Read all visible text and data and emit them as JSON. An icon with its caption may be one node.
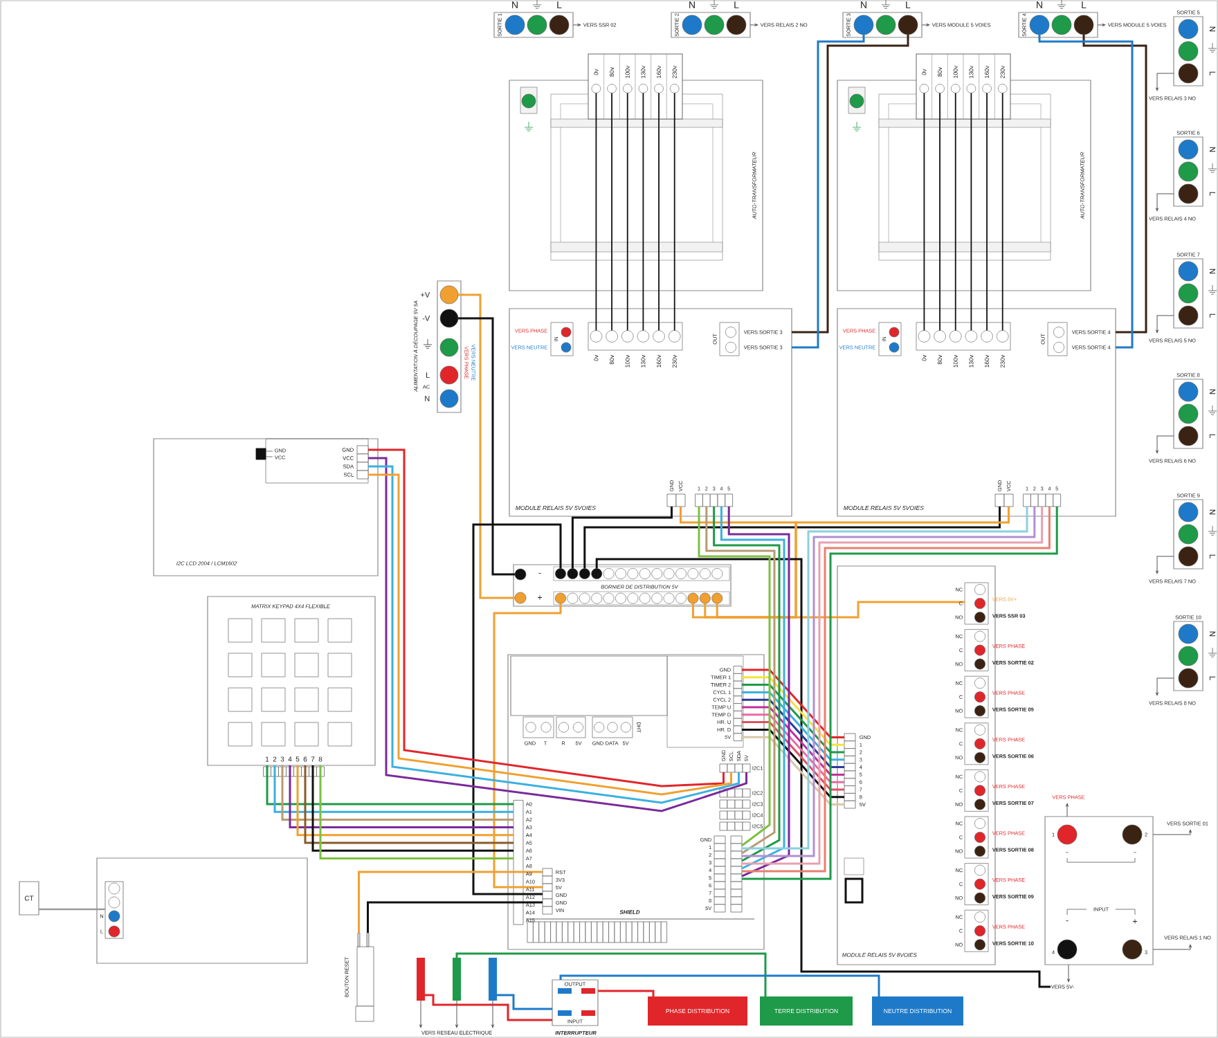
{
  "diagram": {
    "nodes": [
      {
        "text": [
          "SORTIE 1",
          "N",
          "L"
        ],
        "beside": [
          "VERS SSR 02"
        ]
      },
      {
        "text": [
          "SORTIE 2",
          "N",
          "L"
        ],
        "beside": [
          "VERS RELAIS 2 NO"
        ]
      },
      {
        "text": [
          "SORTIE 3",
          "N",
          "L"
        ],
        "beside": [
          "VERS MODULE 5 VOIES"
        ]
      },
      {
        "text": [
          "SORTIE 4",
          "N",
          "L"
        ],
        "beside": [
          "VERS MODULE 5 VOIES"
        ]
      },
      {
        "text": [
          "SORTIE 5",
          "N",
          "L"
        ],
        "beside": [
          "VERS RELAIS 3 NO"
        ]
      },
      {
        "text": [
          "SORTIE 6",
          "N",
          "L"
        ],
        "beside": [
          "VERS RELAIS 4 NO"
        ]
      },
      {
        "text": [
          "SORTIE 7",
          "N",
          "L"
        ],
        "beside": [
          "VERS RELAIS 5 NO"
        ]
      },
      {
        "text": [
          "SORTIE 8",
          "N",
          "L"
        ],
        "beside": [
          "VERS RELAIS 6 NO"
        ]
      },
      {
        "text": [
          "SORTIE 9",
          "N",
          "L"
        ],
        "beside": [
          "VERS RELAIS 7 NO"
        ]
      },
      {
        "text": [
          "SORTIE 10",
          "N",
          "L"
        ],
        "beside": [
          "VERS RELAIS 8 NO"
        ]
      },
      {
        "text": [
          "AUTO-TRANSFORMATEUR",
          "0v",
          "80v",
          "100v",
          "130v",
          "160v",
          "230v"
        ]
      },
      {
        "text": [
          "AUTO-TRANSFORMATEUR",
          "0v",
          "80v",
          "100v",
          "130v",
          "160v",
          "230v"
        ]
      },
      {
        "text": [
          "VERS PHASE",
          "VERS NEUTRE",
          "IN",
          "0v",
          "80v",
          "100v",
          "130v",
          "160v",
          "230v",
          "OUT",
          "VERS SORTIE 3",
          "VERS SORTIE 3",
          "GND",
          "VCC",
          "1",
          "2",
          "3",
          "4",
          "5",
          "MODULE RELAIS 5V 5VOIES"
        ]
      },
      {
        "text": [
          "VERS PHASE",
          "VERS NEUTRE",
          "IN",
          "0v",
          "80v",
          "100v",
          "130v",
          "160v",
          "230v",
          "OUT",
          "VERS SORTIE 4",
          "VERS SORTIE 4",
          "GND",
          "VCC",
          "1",
          "2",
          "3",
          "4",
          "5",
          "MODULE RELAIS 5V 5VOIES"
        ]
      },
      {
        "text": [
          "ALIMENTATION À DÉCOUPAGE 5V 5A",
          "+V",
          "-V",
          "L",
          "AC",
          "N",
          "VERS PHASE",
          "VERS NEUTRE"
        ]
      },
      {
        "text": [
          "I2C LCD 2004 / LCM1602",
          "GND",
          "VCC",
          "SDA",
          "SCL",
          "GND",
          "VCC"
        ]
      },
      {
        "text": [
          "MATRIX KEYPAD 4X4 FLEXIBLE",
          "1",
          "2",
          "3",
          "4",
          "5",
          "6",
          "7",
          "8"
        ]
      },
      {
        "text": [
          "BORNIER DE DISTRIBUTION 5V",
          "-",
          "+"
        ]
      },
      {
        "text": [
          "SHIELD",
          "A0",
          "A1",
          "A2",
          "A3",
          "A4",
          "A5",
          "A6",
          "A7",
          "A8",
          "A9",
          "A10",
          "A11",
          "A12",
          "A13",
          "A14",
          "A15",
          "RST",
          "3V3",
          "5V",
          "GND",
          "GND",
          "VIN",
          "GND",
          "TIMER 1",
          "TIMER 2",
          "CYCL 1",
          "CYCL 2",
          "TEMP U",
          "TEMP D",
          "HR. U",
          "HR. D",
          "5V",
          "I2C1",
          "I2C2",
          "I2C3",
          "I2C4",
          "I2C5",
          "GND",
          "SCL",
          "SDA",
          "5V",
          "GND",
          "1",
          "2",
          "3",
          "4",
          "5",
          "6",
          "7",
          "8",
          "5V",
          "GND",
          "T",
          "R",
          "5V",
          "GND",
          "DATA",
          "5V",
          "DHT"
        ]
      },
      {
        "text": [],
        "shape": "box",
        "in": 18
      },
      {
        "text": [
          "MODULE RELAIS 5V 8VOIES",
          "GND",
          "1",
          "2",
          "3",
          "4",
          "5",
          "6",
          "7",
          "8",
          "5V",
          "NC",
          "C",
          "NO",
          "VERS 5V+",
          "VERS SSR 03",
          "NC",
          "C",
          "NO",
          "VERS PHASE",
          "VERS SORTIE 02",
          "NC",
          "C",
          "NO",
          "VERS PHASE",
          "VERS SORTIE 05",
          "NC",
          "C",
          "NO",
          "VERS PHASE",
          "VERS SORTIE 06",
          "NC",
          "C",
          "NO",
          "VERS PHASE",
          "VERS SORTIE 07",
          "NC",
          "C",
          "NO",
          "VERS PHASE",
          "VERS SORTIE 08",
          "NC",
          "C",
          "NO",
          "VERS PHASE",
          "VERS SORTIE 09",
          "NC",
          "C",
          "NO",
          "VERS PHASE",
          "VERS SORTIE 10"
        ]
      },
      {
        "text": [
          "1",
          "2",
          "3",
          "4",
          "~",
          "~",
          "INPUT",
          "-",
          "+"
        ],
        "beside": [
          "VERS PHASE",
          "VERS SORTIE 01",
          "VERS RELAIS 1 NO"
        ]
      },
      {
        "text": [
          "N",
          "L"
        ]
      },
      {
        "text": [
          "CT"
        ]
      },
      {
        "text": [
          "BOUTON RESET"
        ]
      },
      {
        "text": [
          "OUTPUT",
          "INPUT",
          "INTERRUPTEUR"
        ]
      },
      {
        "text": [
          "PHASE DISTRIBUTION"
        ]
      },
      {
        "text": [
          "TERRE DISTRIBUTION"
        ]
      },
      {
        "text": [
          "NEUTRE DISTRIBUTION"
        ]
      },
      {
        "text": [],
        "shape": "bar"
      },
      {
        "text": [],
        "shape": "bar"
      },
      {
        "text": [],
        "shape": "bar"
      },
      {
        "text": [
          "VERS RESEAU ELECTRIQUE"
        ]
      },
      {
        "text": [
          "VERS 5V-"
        ]
      }
    ],
    "edges": [
      {
        "from": 10,
        "to": 12,
        "arrow": "none"
      },
      {
        "from": 10,
        "to": 12,
        "arrow": "none"
      },
      {
        "from": 10,
        "to": 12,
        "arrow": "none"
      },
      {
        "from": 10,
        "to": 12,
        "arrow": "none"
      },
      {
        "from": 10,
        "to": 12,
        "arrow": "none"
      },
      {
        "from": 10,
        "to": 12,
        "arrow": "none"
      },
      {
        "from": 11,
        "to": 13,
        "arrow": "none"
      },
      {
        "from": 11,
        "to": 13,
        "arrow": "none"
      },
      {
        "from": 11,
        "to": 13,
        "arrow": "none"
      },
      {
        "from": 11,
        "to": 13,
        "arrow": "none"
      },
      {
        "from": 11,
        "to": 13,
        "arrow": "none"
      },
      {
        "from": 11,
        "to": 13,
        "arrow": "none"
      },
      {
        "from": 2,
        "to": 12,
        "arrow": "none",
        "color": "#3b2314"
      },
      {
        "from": 2,
        "to": 12,
        "arrow": "none",
        "color": "#1e7ac8"
      },
      {
        "from": 3,
        "to": 13,
        "arrow": "none",
        "color": "#3b2314"
      },
      {
        "from": 3,
        "to": 13,
        "arrow": "none",
        "color": "#1e7ac8"
      },
      {
        "from": 14,
        "to": 17,
        "arrow": "none",
        "color": "#f0a030"
      },
      {
        "from": 14,
        "to": 17,
        "arrow": "none"
      },
      {
        "from": 17,
        "to": 12,
        "arrow": "none"
      },
      {
        "from": 17,
        "to": 13,
        "arrow": "none"
      },
      {
        "from": 12,
        "to": 17,
        "arrow": "none",
        "color": "#f0a030"
      },
      {
        "from": 13,
        "to": 17,
        "arrow": "none",
        "color": "#f0a030"
      },
      {
        "from": 17,
        "to": 20,
        "arrow": "none",
        "color": "#f0a030"
      },
      {
        "from": 17,
        "to": 33,
        "arrow": "none"
      },
      {
        "from": 17,
        "to": 18,
        "arrow": "none",
        "color": "#f0a030"
      },
      {
        "from": 17,
        "to": 18,
        "arrow": "none"
      },
      {
        "from": 15,
        "to": 18,
        "arrow": "none",
        "color": "#e0262a"
      },
      {
        "from": 15,
        "to": 18,
        "arrow": "none",
        "color": "#7a2a9a"
      },
      {
        "from": 15,
        "to": 18,
        "arrow": "none",
        "color": "#3ab0e0"
      },
      {
        "from": 15,
        "to": 18,
        "arrow": "none",
        "color": "#f0a030"
      },
      {
        "from": 16,
        "to": 18,
        "arrow": "none",
        "color": "#1e9a48"
      },
      {
        "from": 16,
        "to": 18,
        "arrow": "none",
        "color": "#3ab0e0"
      },
      {
        "from": 16,
        "to": 18,
        "arrow": "none",
        "color": "#b89a70"
      },
      {
        "from": 16,
        "to": 18,
        "arrow": "none",
        "color": "#7a2a9a"
      },
      {
        "from": 16,
        "to": 18,
        "arrow": "none",
        "color": "#f0a030"
      },
      {
        "from": 16,
        "to": 18,
        "arrow": "none",
        "color": "#8a5a2a"
      },
      {
        "from": 16,
        "to": 18,
        "arrow": "none"
      },
      {
        "from": 16,
        "to": 18,
        "arrow": "none",
        "color": "#7cc040"
      },
      {
        "from": 18,
        "to": 20,
        "arrow": "none",
        "color": "#e0262a"
      },
      {
        "from": 18,
        "to": 20,
        "arrow": "none",
        "color": "#f2e33a"
      },
      {
        "from": 18,
        "to": 20,
        "arrow": "none",
        "color": "#1e9a48"
      },
      {
        "from": 18,
        "to": 20,
        "arrow": "none",
        "color": "#3ab0e0"
      },
      {
        "from": 18,
        "to": 20,
        "arrow": "none",
        "color": "#2a3b9a"
      },
      {
        "from": 18,
        "to": 20,
        "arrow": "none",
        "color": "#c0309a"
      },
      {
        "from": 18,
        "to": 20,
        "arrow": "none",
        "color": "#e86aa0"
      },
      {
        "from": 18,
        "to": 20,
        "arrow": "none",
        "color": "#e05060"
      },
      {
        "from": 18,
        "to": 20,
        "arrow": "none"
      },
      {
        "from": 18,
        "to": 20,
        "arrow": "none",
        "color": "#d8c8a8"
      },
      {
        "from": 12,
        "to": 18,
        "arrow": "none",
        "color": "#7cc040"
      },
      {
        "from": 12,
        "to": 18,
        "arrow": "none",
        "color": "#b89a70"
      },
      {
        "from": 12,
        "to": 18,
        "arrow": "none",
        "color": "#1e9a48"
      },
      {
        "from": 12,
        "to": 18,
        "arrow": "none",
        "color": "#3ab0e0"
      },
      {
        "from": 12,
        "to": 18,
        "arrow": "none",
        "color": "#7a2a9a"
      },
      {
        "from": 13,
        "to": 18,
        "arrow": "none",
        "color": "#8ad0e0"
      },
      {
        "from": 13,
        "to": 18,
        "arrow": "none",
        "color": "#b090d0"
      },
      {
        "from": 13,
        "to": 18,
        "arrow": "none",
        "color": "#e8a0b0"
      },
      {
        "from": 13,
        "to": 18,
        "arrow": "none",
        "color": "#e88070"
      },
      {
        "from": 13,
        "to": 18,
        "arrow": "none",
        "color": "#1e9a48"
      },
      {
        "from": 24,
        "to": 18,
        "arrow": "none",
        "color": "#f0a030"
      },
      {
        "from": 24,
        "to": 18,
        "arrow": "none"
      },
      {
        "from": 23,
        "to": 22,
        "arrow": "none",
        "color": "#9a9a9a"
      },
      {
        "from": 29,
        "to": 25,
        "arrow": "none",
        "color": "#e0262a"
      },
      {
        "from": 31,
        "to": 25,
        "arrow": "none",
        "color": "#1e7ac8"
      },
      {
        "from": 30,
        "to": 27,
        "arrow": "none",
        "color": "#1e9a48"
      },
      {
        "from": 25,
        "to": 26,
        "arrow": "none",
        "color": "#e0262a"
      },
      {
        "from": 25,
        "to": 28,
        "arrow": "none",
        "color": "#1e7ac8"
      },
      {
        "from": 29,
        "to": 32,
        "arrow": "to"
      },
      {
        "from": 30,
        "to": 32,
        "arrow": "to"
      },
      {
        "from": 31,
        "to": 32,
        "arrow": "to"
      },
      {
        "from": 0,
        "to": null,
        "arrow": "to"
      },
      {
        "from": 1,
        "to": null,
        "arrow": "to"
      },
      {
        "from": 2,
        "to": null,
        "arrow": "to"
      },
      {
        "from": 3,
        "to": null,
        "arrow": "to"
      },
      {
        "from": 4,
        "to": null,
        "arrow": "to"
      },
      {
        "from": 5,
        "to": null,
        "arrow": "to"
      },
      {
        "from": 6,
        "to": null,
        "arrow": "to"
      },
      {
        "from": 7,
        "to": null,
        "arrow": "to"
      },
      {
        "from": 8,
        "to": null,
        "arrow": "to"
      },
      {
        "from": 9,
        "to": null,
        "arrow": "to"
      },
      {
        "from": 21,
        "to": null,
        "arrow": "to"
      },
      {
        "from": 21,
        "to": null,
        "arrow": "to"
      },
      {
        "from": 21,
        "to": null,
        "arrow": "to"
      },
      {
        "from": 21,
        "to": 33,
        "arrow": "to"
      }
    ]
  }
}
